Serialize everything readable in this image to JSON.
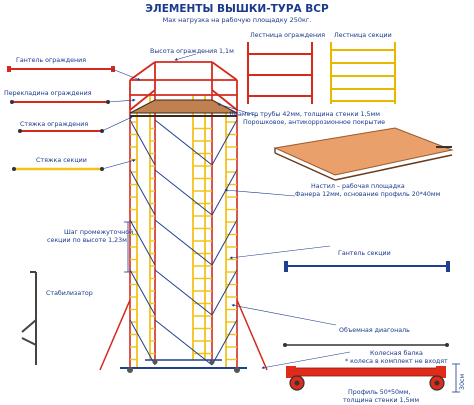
{
  "header": {
    "title": "ЭЛЕМЕНТЫ ВЫШКИ-ТУРА ВСР",
    "subtitle": "Max нагрузка на рабочую площадку 250кг."
  },
  "labels": {
    "guardrail_dumbbell": "Гантель ограждения",
    "guardrail_crossbar": "Перекладина ограждения",
    "guardrail_brace": "Стяжка ограждения",
    "section_brace": "Стяжка секции",
    "guardrail_height": "Высота ограждения 1,1м",
    "guardrail_ladder": "Лестница ограждения",
    "section_ladder": "Лестница секции",
    "pipe_diameter_1": "Диаметр трубы 42мм, толщина стенки 1,5мм",
    "pipe_diameter_2": "Порошковое, антикоррозионное покрытие",
    "platform_1": "Настил – рабочая площадка",
    "platform_2": "Фанера 12мм, основание профиль 20*40мм",
    "step_1": "Шаг промежуточной",
    "step_2": "секции по высоте 1,23м",
    "section_dumbbell": "Гантель секции",
    "stabilizer": "Стабилизатор",
    "volume_diagonal": "Объемная диагональ",
    "wheel_beam_1": "Колесная балка",
    "wheel_beam_2": "* колеса в комплект не входят",
    "profile_1": "Профиль 50*50мм,",
    "profile_2": "толщина стенки 1,5мм",
    "dimension_30": "30см"
  },
  "colors": {
    "text": "#1a3a8c",
    "red": "#d42a1e",
    "yellow": "#f2c21b",
    "blue": "#1f3f8f",
    "wood": "#e9a06a"
  }
}
